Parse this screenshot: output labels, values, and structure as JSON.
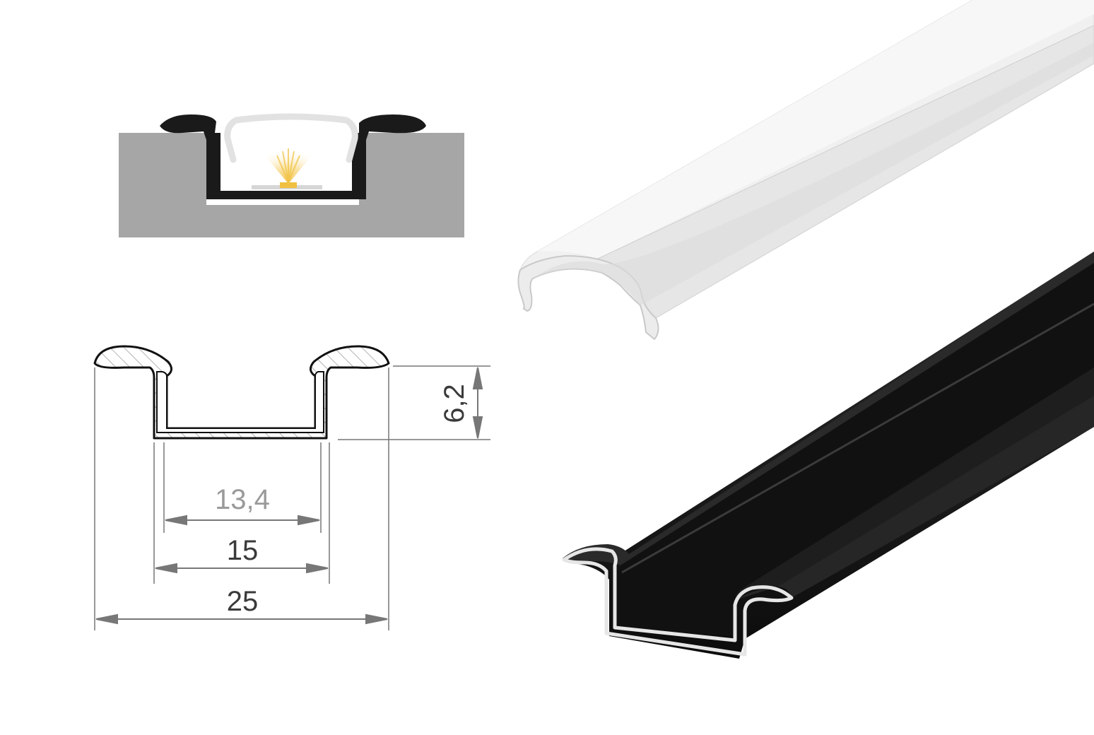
{
  "dimensions": {
    "inner_width": "13,4",
    "channel_width": "15",
    "total_width": "25",
    "height": "6,2"
  },
  "colors": {
    "installation_surface": "#a6a6a6",
    "profile_black": "#1a1a1a",
    "diffuser_translucent": "#eeeeee",
    "led_light": "#f3d27a",
    "dimension_line": "#777777",
    "inner_dimension_text": "#9a9a9a",
    "dimension_text": "#3a3a3a"
  }
}
